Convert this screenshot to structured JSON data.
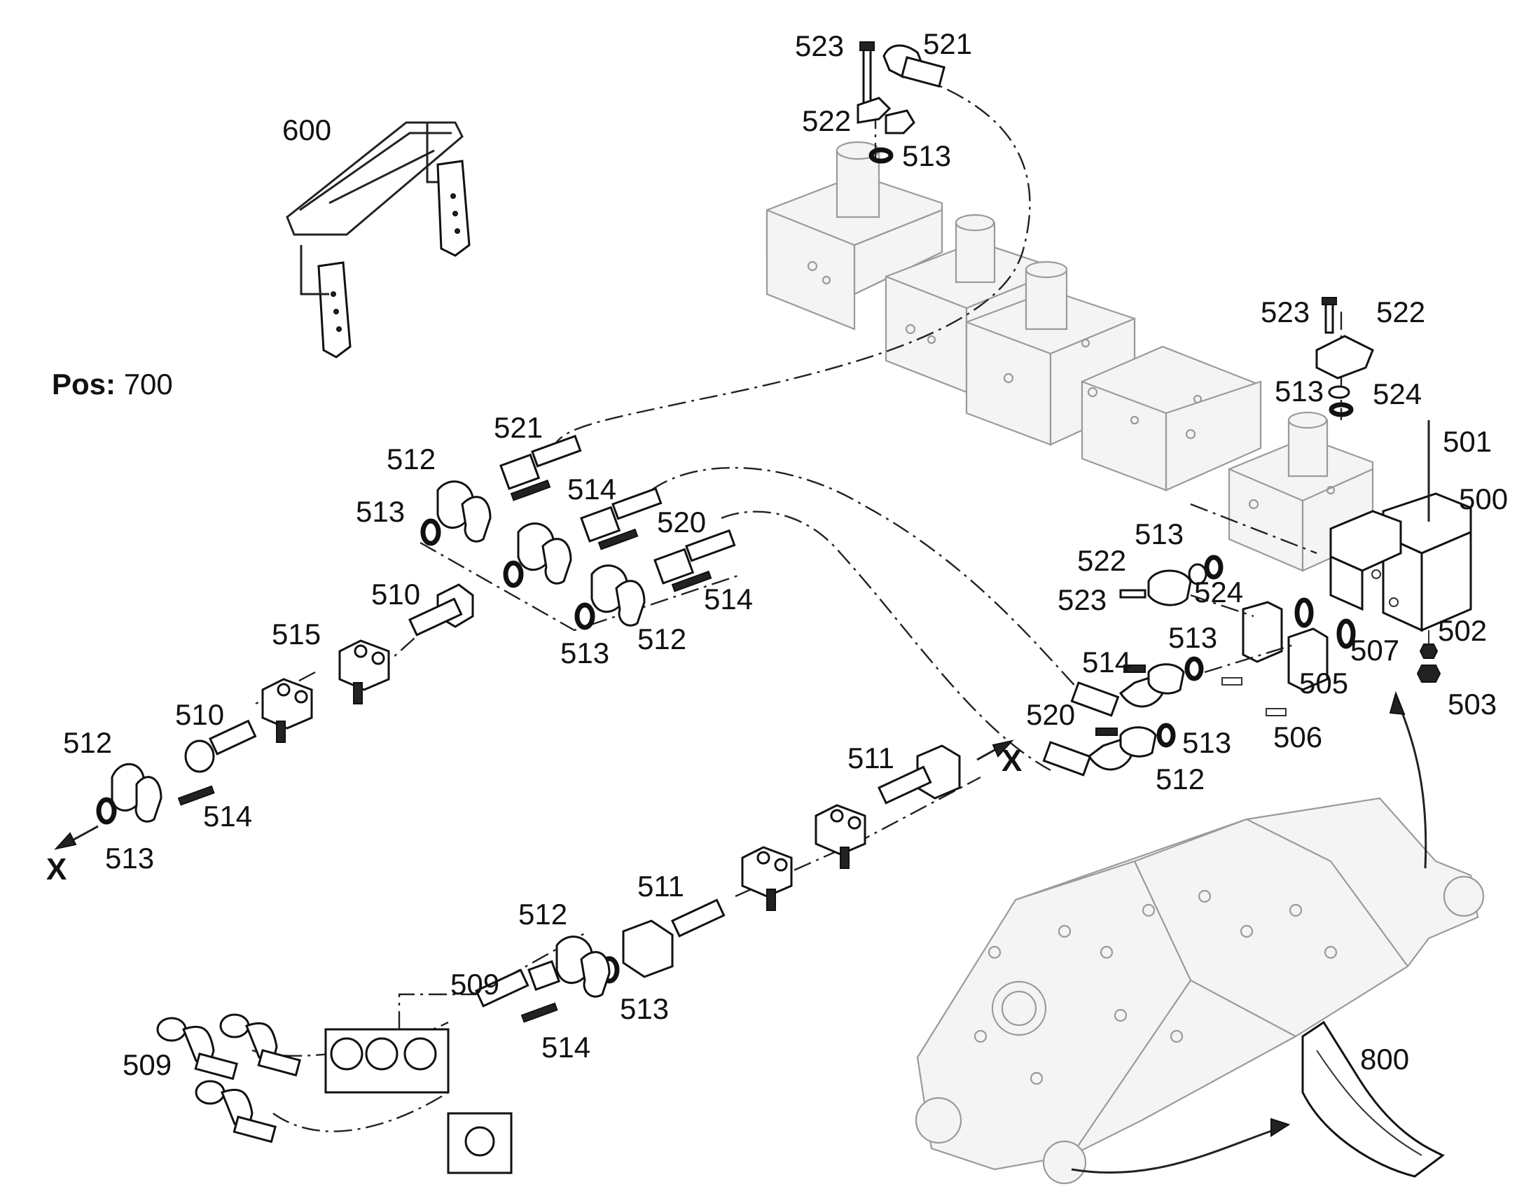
{
  "diagram": {
    "position_prefix": "Pos:",
    "position_value": "700",
    "direction_marker": "X",
    "labels": [
      {
        "id": "l600",
        "text": "600"
      },
      {
        "id": "l523a",
        "text": "523"
      },
      {
        "id": "l521a",
        "text": "521"
      },
      {
        "id": "l522a",
        "text": "522"
      },
      {
        "id": "l513a",
        "text": "513"
      },
      {
        "id": "l523b",
        "text": "523"
      },
      {
        "id": "l522b",
        "text": "522"
      },
      {
        "id": "l513b",
        "text": "513"
      },
      {
        "id": "l524a",
        "text": "524"
      },
      {
        "id": "l501",
        "text": "501"
      },
      {
        "id": "l500",
        "text": "500"
      },
      {
        "id": "l521b",
        "text": "521"
      },
      {
        "id": "l512a",
        "text": "512"
      },
      {
        "id": "l513c",
        "text": "513"
      },
      {
        "id": "l514a",
        "text": "514"
      },
      {
        "id": "l520a",
        "text": "520"
      },
      {
        "id": "l514b",
        "text": "514"
      },
      {
        "id": "l510a",
        "text": "510"
      },
      {
        "id": "l515",
        "text": "515"
      },
      {
        "id": "l513d",
        "text": "513"
      },
      {
        "id": "l512b",
        "text": "512"
      },
      {
        "id": "l513e",
        "text": "513"
      },
      {
        "id": "l522c",
        "text": "522"
      },
      {
        "id": "l523c",
        "text": "523"
      },
      {
        "id": "l524b",
        "text": "524"
      },
      {
        "id": "l502",
        "text": "502"
      },
      {
        "id": "l507",
        "text": "507"
      },
      {
        "id": "l514c",
        "text": "514"
      },
      {
        "id": "l513f",
        "text": "513"
      },
      {
        "id": "l505",
        "text": "505"
      },
      {
        "id": "l503",
        "text": "503"
      },
      {
        "id": "l520b",
        "text": "520"
      },
      {
        "id": "l506",
        "text": "506"
      },
      {
        "id": "l513g",
        "text": "513"
      },
      {
        "id": "l512c",
        "text": "512"
      },
      {
        "id": "l510b",
        "text": "510"
      },
      {
        "id": "l512d",
        "text": "512"
      },
      {
        "id": "l514d",
        "text": "514"
      },
      {
        "id": "l513h",
        "text": "513"
      },
      {
        "id": "l511a",
        "text": "511"
      },
      {
        "id": "l511b",
        "text": "511"
      },
      {
        "id": "l512e",
        "text": "512"
      },
      {
        "id": "l509a",
        "text": "509"
      },
      {
        "id": "l513i",
        "text": "513"
      },
      {
        "id": "l514e",
        "text": "514"
      },
      {
        "id": "l509b",
        "text": "509"
      },
      {
        "id": "l800",
        "text": "800"
      }
    ]
  }
}
